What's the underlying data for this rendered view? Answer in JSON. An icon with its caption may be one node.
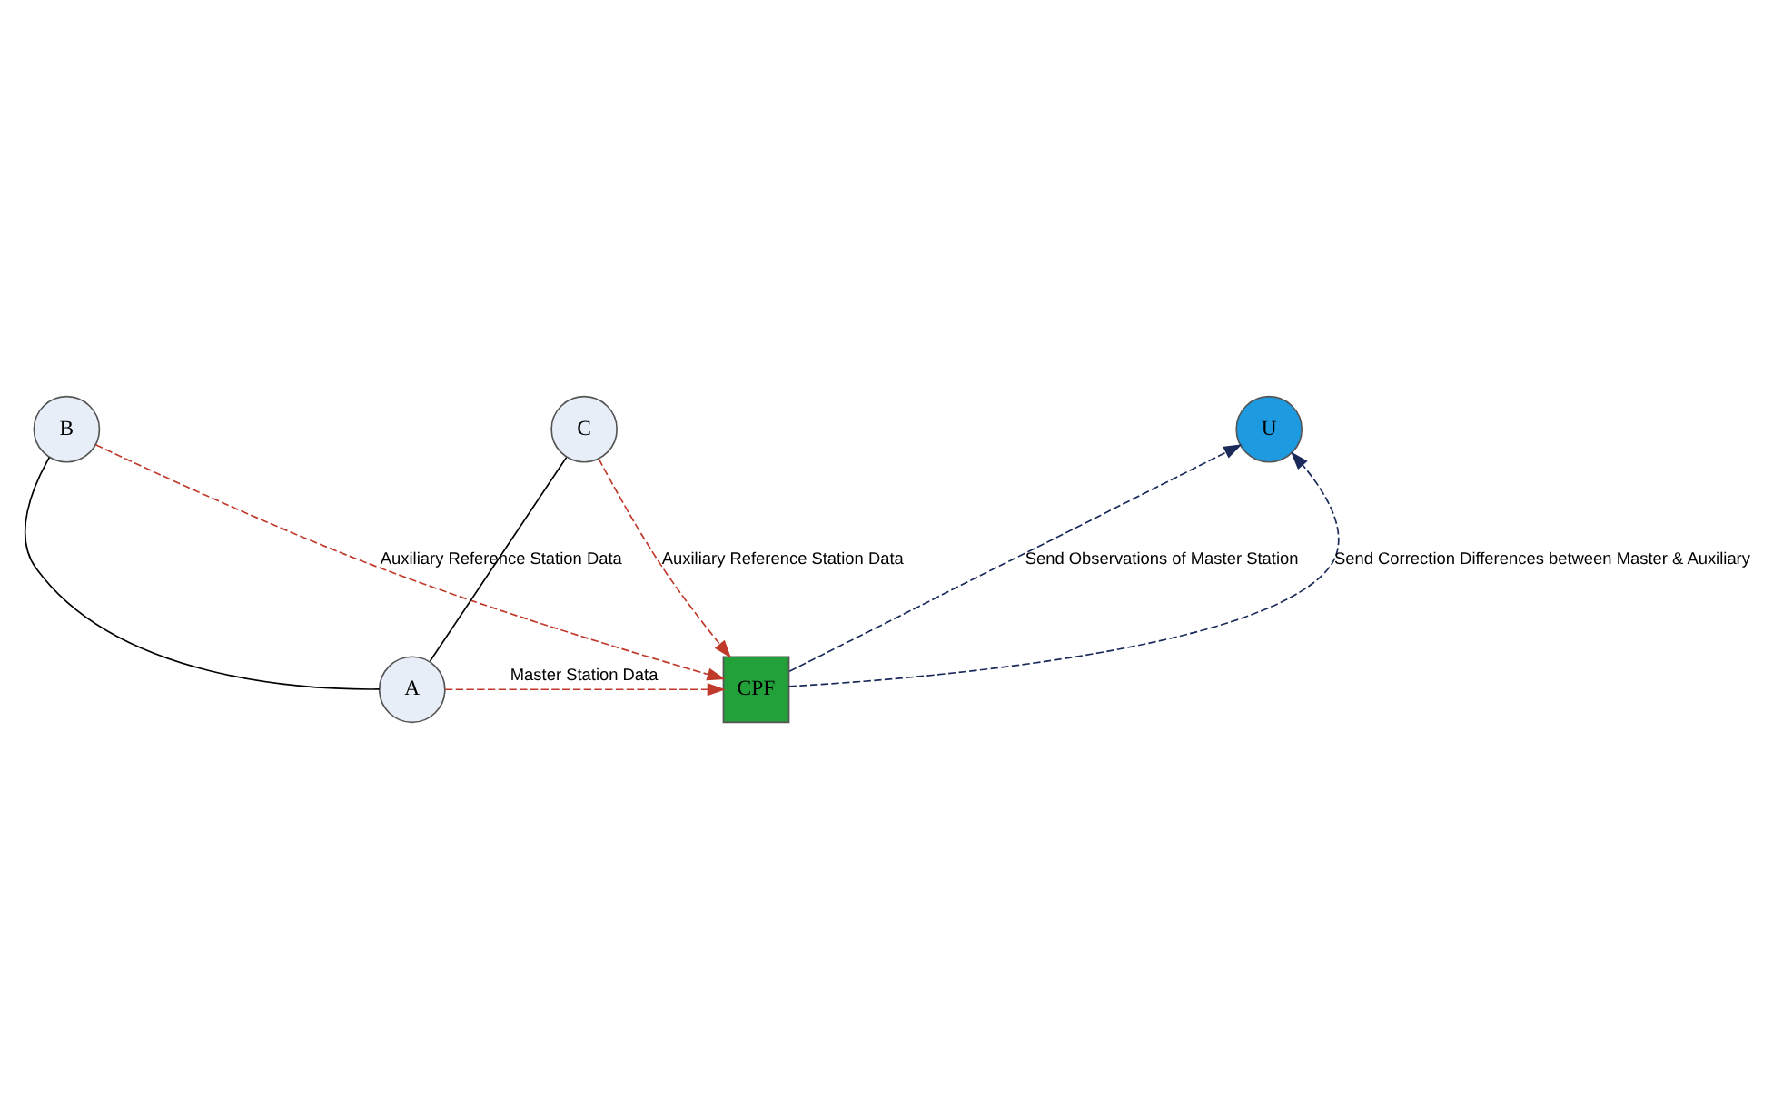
{
  "diagram": {
    "nodes": [
      {
        "text": [
          "B"
        ]
      },
      {
        "text": [
          "U"
        ]
      },
      {
        "text": [
          "C"
        ]
      },
      {
        "text": [
          "A"
        ]
      },
      {
        "text": [
          "CPF"
        ]
      }
    ],
    "edges": [
      {
        "from": 0,
        "to": 3,
        "arrow": "none",
        "color": "#000000"
      },
      {
        "from": 3,
        "to": 2,
        "arrow": "none",
        "color": "#000000"
      },
      {
        "from": 0,
        "to": 4,
        "arrow": "to",
        "label": "Auxiliary Reference Station Data",
        "style": "dashed",
        "color": "#c0392b"
      },
      {
        "from": 2,
        "to": 4,
        "arrow": "to",
        "label": "Auxiliary Reference Station Data",
        "style": "dashed",
        "color": "#c0392b"
      },
      {
        "from": 3,
        "to": 4,
        "arrow": "to",
        "label": "Master Station Data",
        "style": "dashed",
        "color": "#c0392b"
      },
      {
        "from": 4,
        "to": 1,
        "arrow": "to",
        "label": "Send Observations of Master Station",
        "style": "dashed",
        "color": "#1a2a5a"
      },
      {
        "from": 4,
        "to": 1,
        "arrow": "to",
        "label": "Send Correction Differences between Master & Auxiliary",
        "style": "dashed",
        "color": "#1a2a5a"
      }
    ]
  }
}
